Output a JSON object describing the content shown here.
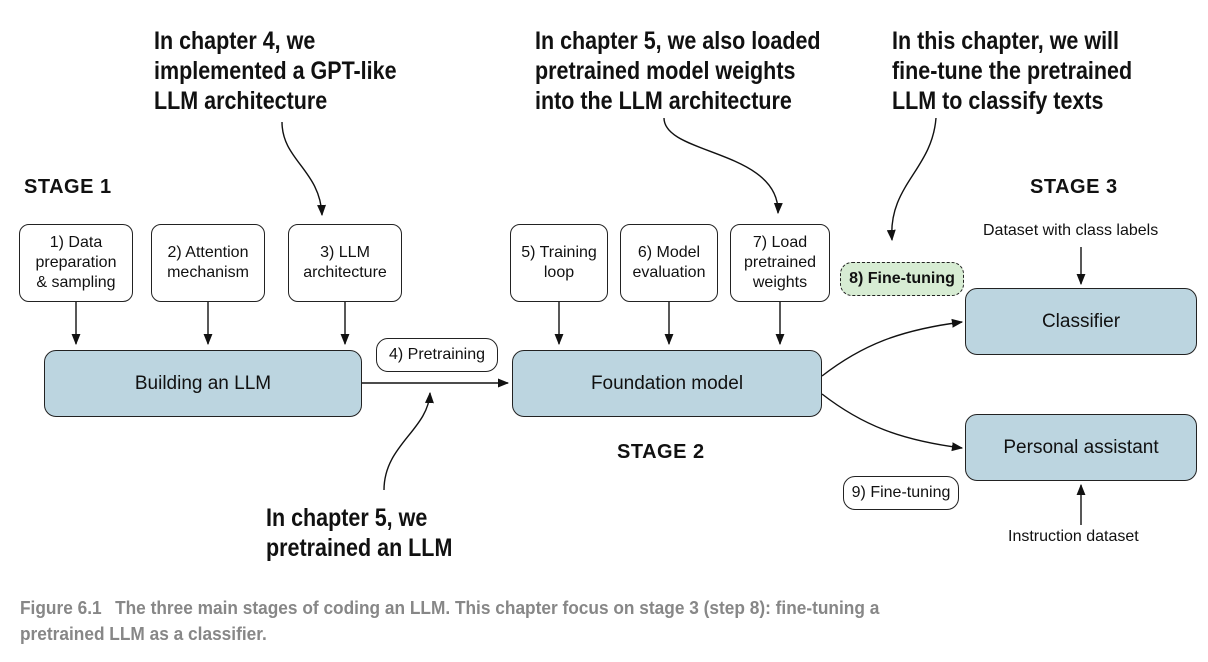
{
  "annotations": {
    "chapter4": [
      "In chapter 4, we",
      "implemented a GPT-like",
      "LLM architecture"
    ],
    "chapter5_loaded": [
      "In chapter 5, we also loaded",
      "pretrained model weights",
      "into the LLM architecture"
    ],
    "this_chapter": [
      "In this chapter, we will",
      "fine-tune the pretrained",
      "LLM to classify texts"
    ],
    "chapter5_pretrained": [
      "In chapter 5, we",
      "pretrained an LLM"
    ]
  },
  "stages": {
    "stage1": "STAGE 1",
    "stage2": "STAGE 2",
    "stage3": "STAGE 3"
  },
  "steps": {
    "s1": "1) Data\npreparation\n& sampling",
    "s2": "2) Attention\nmechanism",
    "s3": "3) LLM\narchitecture",
    "s4": "4) Pretraining",
    "s5": "5) Training\nloop",
    "s6": "6) Model\nevaluation",
    "s7": "7) Load\npretrained\nweights",
    "s8": "8) Fine-tuning",
    "s9": "9) Fine-tuning"
  },
  "blocks": {
    "building": "Building an LLM",
    "foundation": "Foundation model",
    "classifier": "Classifier",
    "assistant": "Personal assistant"
  },
  "inputs": {
    "class_labels": "Dataset with class labels",
    "instruction": "Instruction dataset"
  },
  "caption": {
    "label": "Figure 6.1",
    "line1": "The three main stages of coding an LLM. This chapter focus on stage 3 (step 8): fine-tuning a",
    "line2": "pretrained LLM as a classifier."
  },
  "colors": {
    "block_fill": "#bcd5e0",
    "highlight_fill": "#d7ecd3",
    "caption_text": "#878787"
  }
}
